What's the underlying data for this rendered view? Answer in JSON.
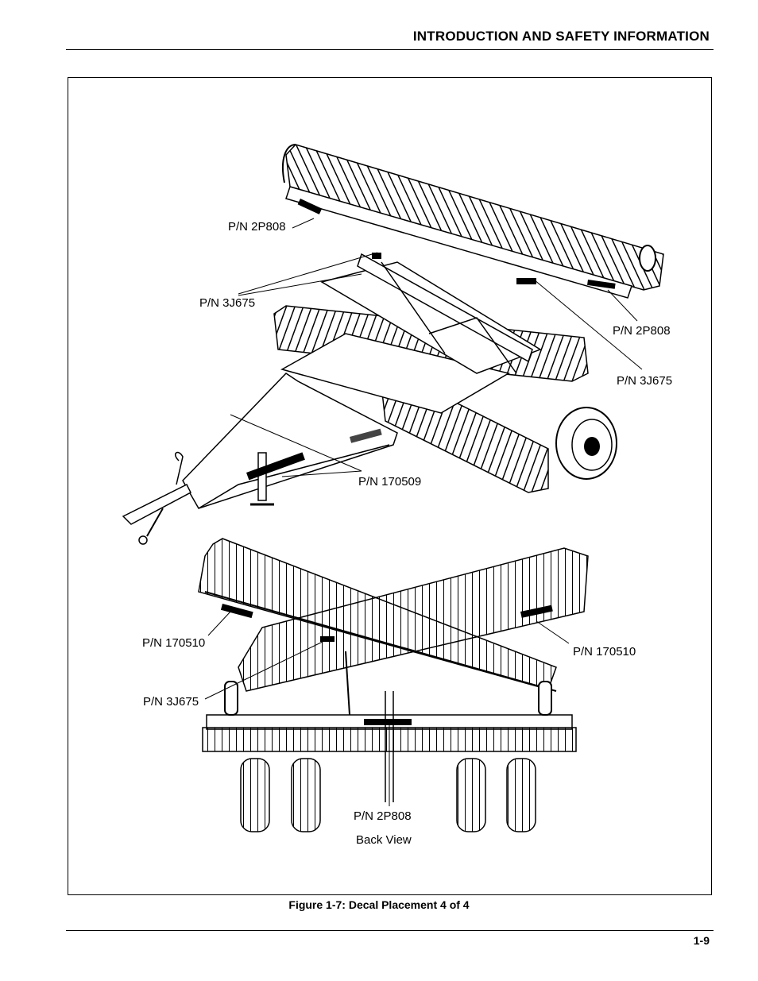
{
  "header": {
    "title": "INTRODUCTION AND SAFETY INFORMATION"
  },
  "figure": {
    "caption": "Figure 1-7:  Decal Placement 4 of 4",
    "labels": {
      "top_2p808_left": "P/N 2P808",
      "top_3j675_left": "P/N 3J675",
      "top_2p808_right": "P/N 2P808",
      "top_3j675_right": "P/N 3J675",
      "top_170509": "P/N 170509",
      "back_170510_left": "P/N 170510",
      "back_170510_right": "P/N 170510",
      "back_3j675": "P/N 3J675",
      "back_2p808": "P/N 2P808",
      "back_view": "Back View"
    }
  },
  "footer": {
    "page_number": "1-9"
  }
}
